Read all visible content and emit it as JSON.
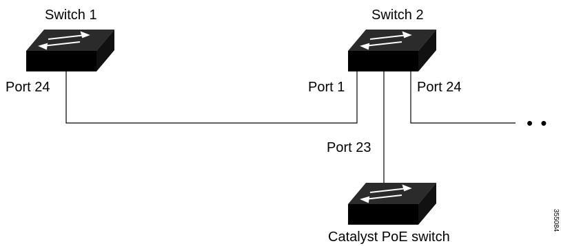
{
  "switches": {
    "switch1": {
      "label": "Switch 1"
    },
    "switch2": {
      "label": "Switch 2"
    },
    "poe": {
      "label": "Catalyst PoE switch"
    }
  },
  "ports": {
    "s1_port24": "Port 24",
    "s2_port1": "Port 1",
    "s2_port24": "Port 24",
    "s2_port23": "Port 23"
  },
  "continuation": "• •",
  "figure_id": "355084",
  "colors": {
    "switch_top": "#2a2a2a",
    "switch_front": "#000000",
    "arrow": "#ffffff",
    "line": "#000000"
  }
}
